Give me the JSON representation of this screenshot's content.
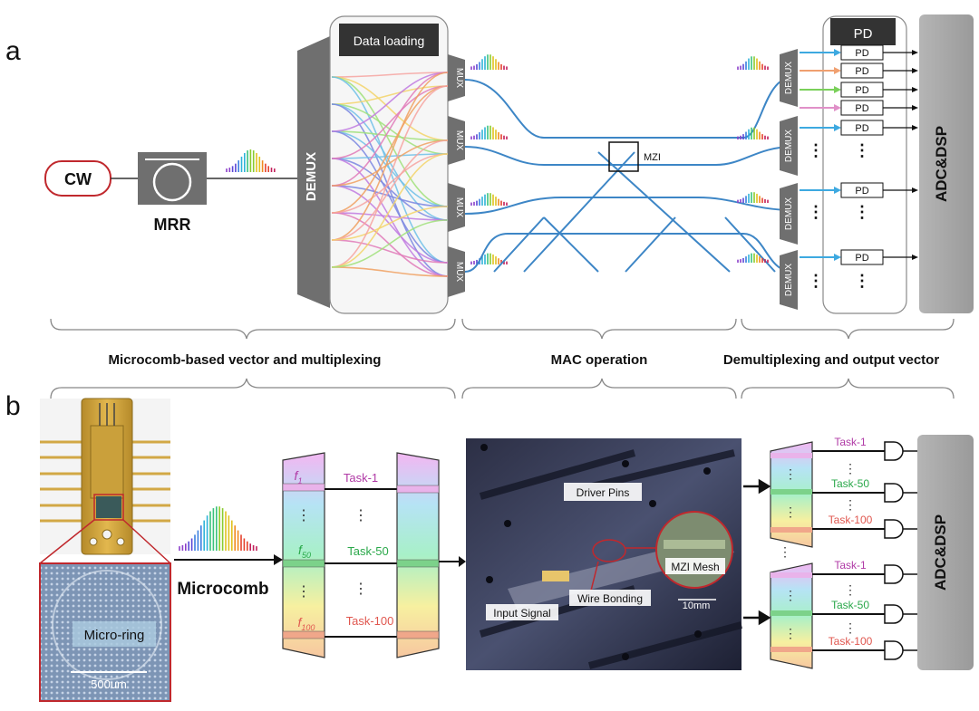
{
  "panel_a": {
    "letter": "a",
    "cw": "CW",
    "mrr": "MRR",
    "demux_main": "DEMUX",
    "data_loading": "Data loading",
    "mux": "MUX",
    "mzi": "MZI",
    "demux_out": "DEMUX",
    "pd_header": "PD",
    "pd": "PD",
    "adc": "ADC&DSP",
    "dots": "⋮",
    "section1": "Microcomb-based vector and multiplexing",
    "section2": "MAC operation",
    "section3": "Demultiplexing and output vector"
  },
  "panel_b": {
    "letter": "b",
    "micro_ring": "Micro-ring",
    "scale_chip": "500um",
    "microcomb": "Microcomb",
    "f_prefix": "f",
    "f1_sub": "1",
    "f50_sub": "50",
    "f100_sub": "100",
    "task1": "Task-1",
    "task50": "Task-50",
    "task100": "Task-100",
    "dots": "⋮",
    "driver_pins": "Driver Pins",
    "mzi_mesh": "MZI Mesh",
    "wire_bonding": "Wire Bonding",
    "input_signal": "Input Signal",
    "scale_photo": "10mm",
    "adc": "ADC&DSP"
  },
  "colors": {
    "accent_red": "#c0282d",
    "waveguide_blue": "#3d86c6",
    "gray_block": "#6f6f6f",
    "adc_gray": "#a3a3a3",
    "task1": "#b03aa6",
    "task50": "#2aa84a",
    "task100": "#e0574f"
  }
}
